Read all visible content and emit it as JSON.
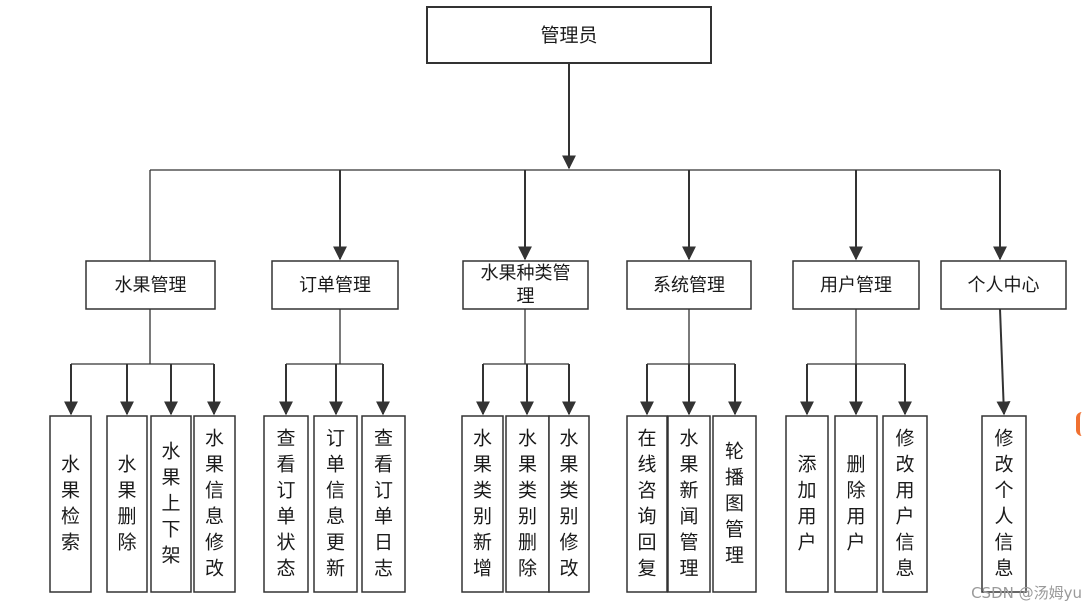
{
  "root": {
    "label": "管理员"
  },
  "modules": [
    {
      "key": "fruit",
      "label_lines": [
        "水果管理"
      ],
      "children": [
        {
          "key": "fruit-search",
          "lines": [
            "水",
            "果",
            "检",
            "索"
          ]
        },
        {
          "key": "fruit-delete",
          "lines": [
            "水",
            "果",
            "删",
            "除"
          ]
        },
        {
          "key": "fruit-shelf",
          "lines": [
            "水",
            "果",
            "上",
            "下",
            "架"
          ]
        },
        {
          "key": "fruit-edit",
          "lines": [
            "水",
            "果",
            "信",
            "息",
            "修",
            "改"
          ]
        }
      ]
    },
    {
      "key": "order",
      "label_lines": [
        "订单管理"
      ],
      "children": [
        {
          "key": "order-status",
          "lines": [
            "查",
            "看",
            "订",
            "单",
            "状",
            "态"
          ]
        },
        {
          "key": "order-update",
          "lines": [
            "订",
            "单",
            "信",
            "息",
            "更",
            "新"
          ]
        },
        {
          "key": "order-log",
          "lines": [
            "查",
            "看",
            "订",
            "单",
            "日",
            "志"
          ]
        }
      ]
    },
    {
      "key": "category",
      "label_lines": [
        "水果种类管",
        "理"
      ],
      "children": [
        {
          "key": "category-add",
          "lines": [
            "水",
            "果",
            "类",
            "别",
            "新",
            "增"
          ]
        },
        {
          "key": "category-delete",
          "lines": [
            "水",
            "果",
            "类",
            "别",
            "删",
            "除"
          ]
        },
        {
          "key": "category-edit",
          "lines": [
            "水",
            "果",
            "类",
            "别",
            "修",
            "改"
          ]
        }
      ]
    },
    {
      "key": "system",
      "label_lines": [
        "系统管理"
      ],
      "children": [
        {
          "key": "online-consult",
          "lines": [
            "在",
            "线",
            "咨",
            "询",
            "回",
            "复"
          ]
        },
        {
          "key": "fruit-news",
          "lines": [
            "水",
            "果",
            "新",
            "闻",
            "管",
            "理"
          ]
        },
        {
          "key": "carousel",
          "lines": [
            "轮",
            "播",
            "图",
            "管",
            "理"
          ]
        }
      ]
    },
    {
      "key": "user",
      "label_lines": [
        "用户管理"
      ],
      "children": [
        {
          "key": "user-add",
          "lines": [
            "添",
            "加",
            "用",
            "户"
          ]
        },
        {
          "key": "user-delete",
          "lines": [
            "删",
            "除",
            "用",
            "户"
          ]
        },
        {
          "key": "user-edit",
          "lines": [
            "修",
            "改",
            "用",
            "户",
            "信",
            "息"
          ]
        }
      ]
    },
    {
      "key": "profile",
      "label_lines": [
        "个人中心"
      ],
      "children": [
        {
          "key": "profile-edit",
          "lines": [
            "修",
            "改",
            "个",
            "人",
            "信",
            "息"
          ]
        }
      ]
    }
  ],
  "watermark": "CSDN @汤姆yu"
}
